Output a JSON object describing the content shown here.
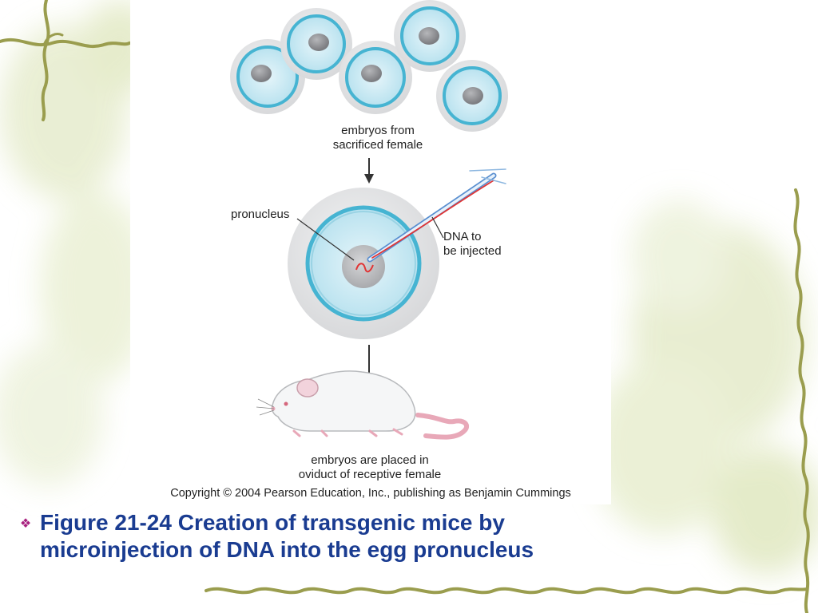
{
  "figure": {
    "label_embryos_line1": "embryos from",
    "label_embryos_line2": "sacrificed female",
    "label_pronucleus": "pronucleus",
    "label_dna_line1": "DNA to",
    "label_dna_line2": "be injected",
    "label_placed_line1": "embryos are placed in",
    "label_placed_line2": "oviduct of receptive female",
    "copyright": "Copyright © 2004 Pearson Education, Inc., publishing as Benjamin Cummings"
  },
  "caption": {
    "bullet_icon": "diamond-bullet-icon",
    "text": "Figure 21-24 Creation of transgenic mice by microinjection of DNA into the egg pronucleus"
  },
  "colors": {
    "caption_text": "#1a3c91",
    "bullet": "#a8207e",
    "zona_ring": "#dcdcde",
    "membrane": "#46b4d2",
    "cytoplasm": "#c9e9f3",
    "nucleus": "#8a8a8d",
    "dna": "#e03535",
    "vine": "#9a9d4e",
    "leaf_wash": "#e6eccd"
  }
}
